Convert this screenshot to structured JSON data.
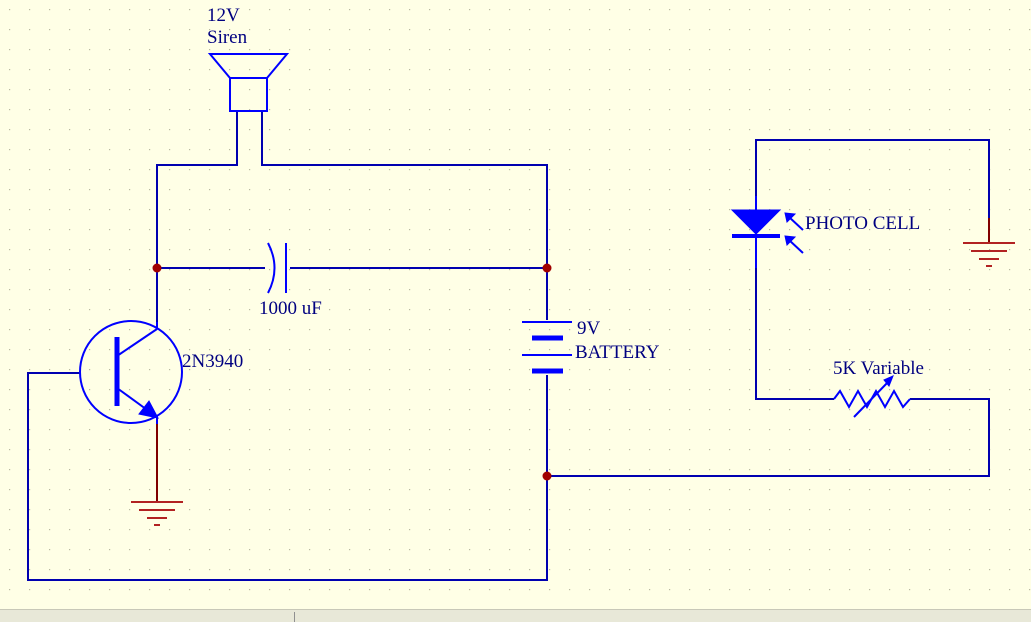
{
  "schematic": {
    "labels": {
      "siren_voltage": "12V",
      "siren_name": "Siren",
      "capacitor_value": "1000 uF",
      "transistor_part": "2N3940",
      "battery_voltage": "9V",
      "battery_name": "BATTERY",
      "photocell_name": "PHOTO CELL",
      "pot_value": "5K Variable"
    }
  },
  "colors": {
    "background": "#ffffe6",
    "wire": "#0000b0",
    "component": "#0000ff",
    "label": "#000080",
    "ground": "#b22222",
    "junction": "#a00000"
  }
}
